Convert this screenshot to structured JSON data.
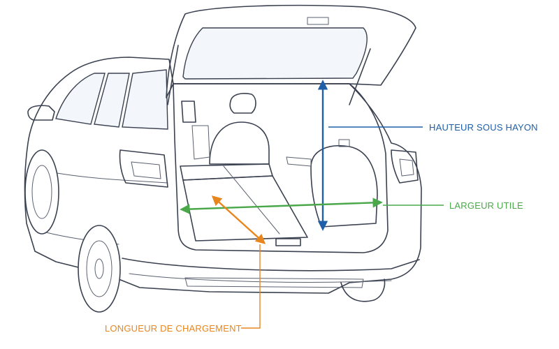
{
  "colors": {
    "outline": "#3a4150",
    "height": "#1f5fa8",
    "width": "#4aa84a",
    "length": "#e8861e"
  },
  "labels": {
    "height": "HAUTEUR SOUS HAYON",
    "width": "LARGEUR UTILE",
    "length": "LONGUEUR DE CHARGEMENT"
  }
}
